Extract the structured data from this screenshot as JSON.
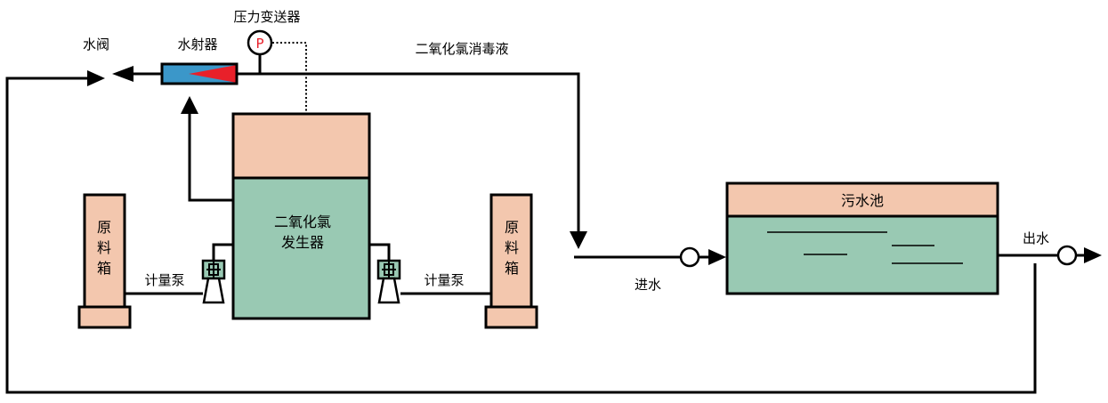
{
  "labels": {
    "pressure_transmitter": "压力变送器",
    "water_ejector": "水射器",
    "water_valve": "水阀",
    "disinfectant": "二氧化氯消毒液",
    "generator_line1": "二氧化氯",
    "generator_line2": "发生器",
    "raw_tank_left": [
      "原",
      "料",
      "箱"
    ],
    "raw_tank_right": [
      "原",
      "料",
      "箱"
    ],
    "metering_pump_left": "计量泵",
    "metering_pump_right": "计量泵",
    "sewage_pool": "污水池",
    "water_in": "进水",
    "water_out": "出水",
    "pressure_symbol": "P"
  },
  "colors": {
    "tank_peach": "#f3c7ae",
    "generator_green": "#99c9b3",
    "ejector_blue": "#3b97c9",
    "ejector_red": "#e8202a",
    "line": "#000000",
    "pump_green": "#99c9b3"
  }
}
